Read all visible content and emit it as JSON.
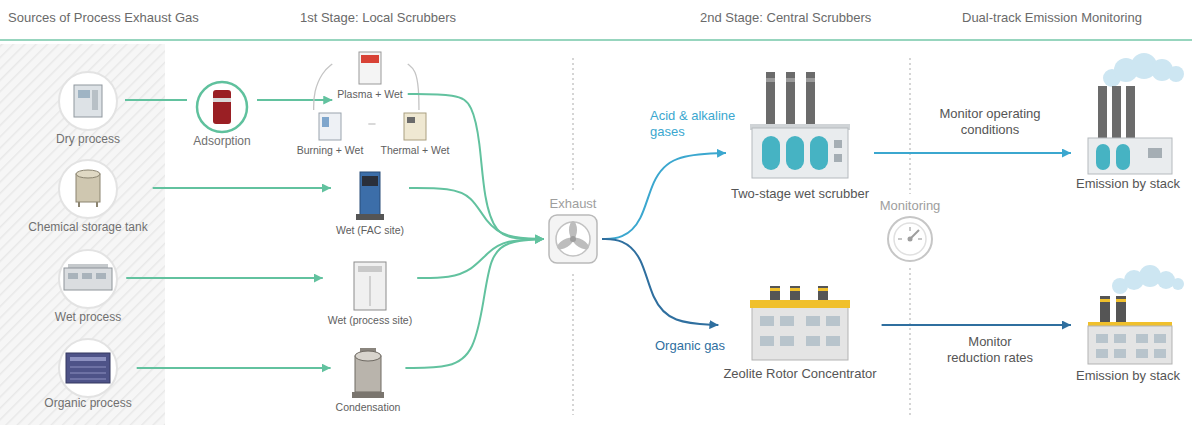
{
  "diagram": {
    "nodes": [
      {
        "text": [
          "Dry process"
        ]
      },
      {
        "text": [
          "Chemical storage tank"
        ]
      },
      {
        "text": [
          "Wet process"
        ]
      },
      {
        "text": [
          "Organic process"
        ]
      },
      {
        "text": [
          "Adsorption"
        ]
      },
      {
        "text": [
          "Plasma + Wet"
        ]
      },
      {
        "text": [
          "Burning + Wet"
        ]
      },
      {
        "text": [
          "Thermal + Wet"
        ]
      },
      {
        "text": [
          "Wet (FAC site)"
        ]
      },
      {
        "text": [
          "Wet (process site)"
        ]
      },
      {
        "text": [
          "Condensation"
        ]
      },
      {
        "text": [
          "Exhaust"
        ]
      },
      {
        "text": [
          "Two-stage wet scrubber"
        ]
      },
      {
        "text": [
          "Monitoring"
        ]
      },
      {
        "text": [
          "Zeolite Rotor Concentrator"
        ]
      },
      {
        "text": [
          "Emission by stack"
        ]
      },
      {
        "text": [
          "Emission by stack"
        ]
      }
    ],
    "edges": [
      {
        "from": 0,
        "to": 4,
        "arrow": "none"
      },
      {
        "from": 4,
        "to": 5,
        "arrow": "to"
      },
      {
        "from": 5,
        "to": 6,
        "arrow": "none"
      },
      {
        "from": 6,
        "to": 7,
        "arrow": "none"
      },
      {
        "from": 7,
        "to": 5,
        "arrow": "none"
      },
      {
        "from": 1,
        "to": 8,
        "arrow": "to"
      },
      {
        "from": 2,
        "to": 9,
        "arrow": "to"
      },
      {
        "from": 3,
        "to": 10,
        "arrow": "to"
      },
      {
        "from": 5,
        "to": 11,
        "arrow": "to"
      },
      {
        "from": 8,
        "to": 11,
        "arrow": "to"
      },
      {
        "from": 9,
        "to": 11,
        "arrow": "to"
      },
      {
        "from": 10,
        "to": 11,
        "arrow": "to"
      },
      {
        "from": 11,
        "to": 12,
        "label": "Acid & alkaline gases",
        "arrow": "to"
      },
      {
        "from": 11,
        "to": 14,
        "label": "Organic gas",
        "arrow": "to"
      },
      {
        "from": 12,
        "to": 15,
        "label": "Monitor operating conditions",
        "arrow": "to"
      },
      {
        "from": 14,
        "to": 16,
        "label": "Monitor reduction rates",
        "arrow": "to"
      }
    ],
    "labels": [
      "Sources of Process Exhaust Gas",
      "1st Stage: Local Scrubbers",
      "2nd Stage: Central Scrubbers",
      "Dual-track Emission Monitoring"
    ]
  }
}
